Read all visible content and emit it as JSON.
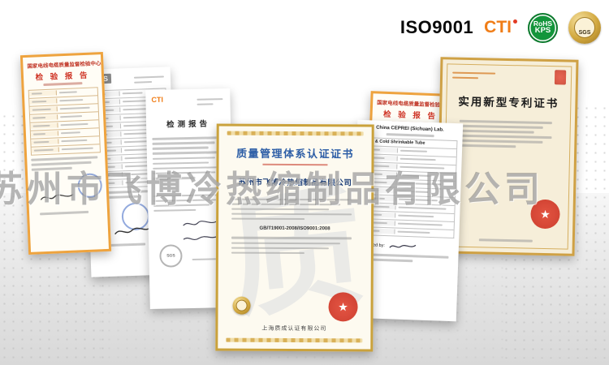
{
  "logos": {
    "iso": "ISO9001",
    "cti": "CTI",
    "rohs_line1": "RoHS",
    "rohs_line2": "KPS",
    "sgs": "SGS"
  },
  "watermark": "苏州市飞博冷热缩制品有限公司",
  "inspection_cert_left": {
    "org": "国家电线电缆质量监督检验中心",
    "title": "检 验 报 告"
  },
  "inspection_cert_right": {
    "org": "国家电线电缆质量监督检验中心",
    "title": "检 验 报 告"
  },
  "sgs_report": {
    "logo": "SGS"
  },
  "cti_report": {
    "logo": "CTI",
    "title": "检测报告",
    "stamp": "SGS"
  },
  "quality_cert": {
    "title": "质量管理体系认证证书",
    "company": "苏州市飞博冷热缩制品有限公司",
    "standard": "GB/T19001-2008/ISO9001:2008",
    "issuer": "上海质成认证有限公司",
    "watermark_glyph": "质"
  },
  "ceprei_report": {
    "lab": "China CEPREI (Sichuan) Lab.",
    "product": "Heat & Cold Shrinkable Tube",
    "reviewed_label": "Reviewed by:"
  },
  "patent_cert": {
    "title": "实用新型专利证书"
  }
}
